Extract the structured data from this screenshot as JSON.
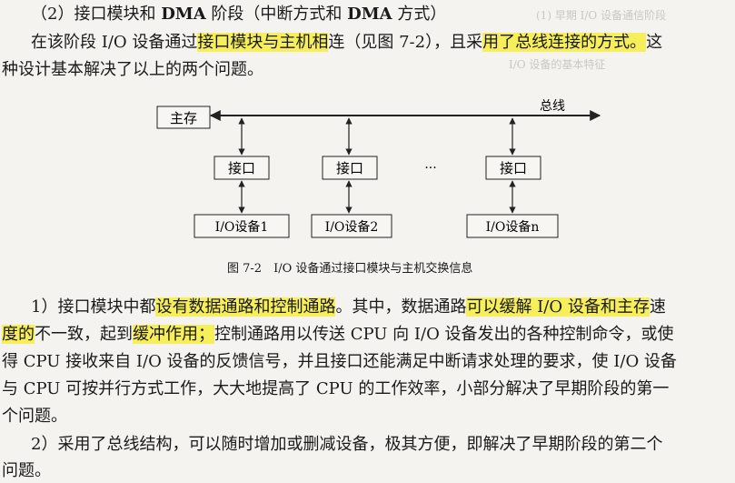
{
  "section": {
    "heading_prefix": "（2）接口模块和 ",
    "heading_dma1": "DMA",
    "heading_mid": " 阶段（中断方式和 ",
    "heading_dma2": "DMA",
    "heading_suffix": " 方式）"
  },
  "intro": {
    "l1_a": "在该阶段 I/O 设备通过",
    "l1_hl1": "接口模块与主机相",
    "l1_b": "连（见图 7-2），且采",
    "l1_hl2": "用了总线连接的方式。",
    "l1_c": "这",
    "l2": "种设计基本解决了以上的两个问题。"
  },
  "diagram": {
    "memory": "主存",
    "bus": "总线",
    "interface": "接口",
    "ellipsis": "···",
    "devices": [
      "I/O设备1",
      "I/O设备2",
      "I/O设备n"
    ],
    "caption": "图 7-2　I/O 设备通过接口模块与主机交换信息"
  },
  "para1": {
    "l1_a": "1）接口模块中都",
    "l1_hl1": "设有数据通路和控制通路",
    "l1_b": "。其中，数据通路",
    "l1_hl2": "可以缓解 I/O 设备和主存",
    "l1_c": "速",
    "l2_hl1": "度的",
    "l2_a": "不一致，起到",
    "l2_hl2": "缓冲作用；",
    "l2_b": "控制通路用以传送 CPU 向 I/O 设备发出的各种控制命令，或使",
    "l3": "得 CPU 接收来自 I/O 设备的反馈信号，并且接口还能满足中断请求处理的要求，使 I/O 设备",
    "l4": "与 CPU 可按并行方式工作，大大地提高了 CPU 的工作效率，小部分解决了早期阶段的第一",
    "l5": "个问题。"
  },
  "para2": {
    "l1": "2）采用了总线结构，可以随时增加或删减设备，极其方便，即解决了早期阶段的第二个",
    "l2": "问题。"
  },
  "bleed": {
    "t1": "(1) 早期 I/O 设备通信阶段",
    "t2": "I/O 设备的基本特征"
  }
}
